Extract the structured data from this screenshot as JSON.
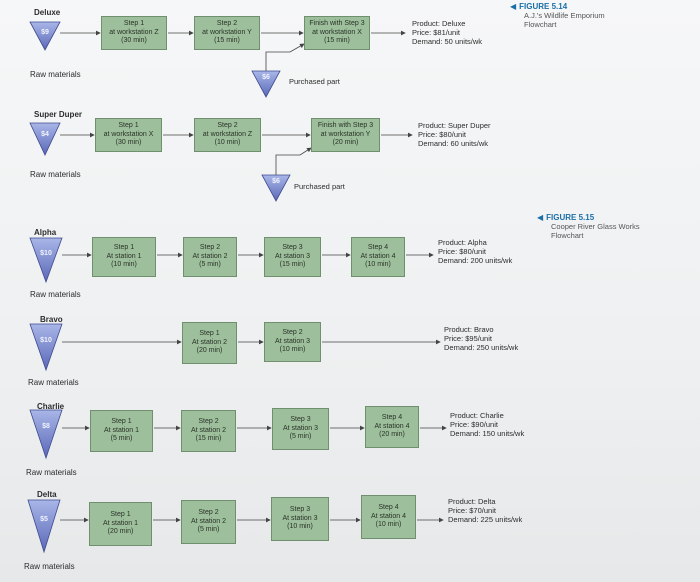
{
  "figures": [
    {
      "number": "FIGURE 5.14",
      "lines": [
        "A.J.'s Wildlife Emporium",
        "Flowchart"
      ]
    },
    {
      "number": "FIGURE 5.15",
      "lines": [
        "Cooper River Glass Works",
        "Flowchart"
      ]
    }
  ],
  "flows": [
    {
      "name": "Deluxe",
      "raw_cost": "$9",
      "raw_label": "Raw materials",
      "steps": [
        [
          "Step 1",
          "at workstation Z",
          "(30 min)"
        ],
        [
          "Step 2",
          "at workstation Y",
          "(15 min)"
        ],
        [
          "Finish with Step 3",
          "at workstation X",
          "(15 min)"
        ]
      ],
      "purchased": {
        "cost": "$6",
        "label": "Purchased part"
      },
      "product": [
        "Product: Deluxe",
        "Price: $81/unit",
        "Demand: 50 units/wk"
      ]
    },
    {
      "name": "Super Duper",
      "raw_cost": "$4",
      "raw_label": "Raw materials",
      "steps": [
        [
          "Step 1",
          "at workstation X",
          "(30 min)"
        ],
        [
          "Step 2",
          "at workstation Z",
          "(10 min)"
        ],
        [
          "Finish with Step 3",
          "at workstation Y",
          "(20 min)"
        ]
      ],
      "purchased": {
        "cost": "$6",
        "label": "Purchased part"
      },
      "product": [
        "Product: Super Duper",
        "Price: $80/unit",
        "Demand: 60 units/wk"
      ]
    },
    {
      "name": "Alpha",
      "raw_cost": "$10",
      "raw_label": "Raw materials",
      "steps": [
        [
          "Step 1",
          "At station 1",
          "(10 min)"
        ],
        [
          "Step 2",
          "At station 2",
          "(5 min)"
        ],
        [
          "Step 3",
          "At station 3",
          "(15 min)"
        ],
        [
          "Step 4",
          "At station 4",
          "(10 min)"
        ]
      ],
      "product": [
        "Product: Alpha",
        "Price: $80/unit",
        "Demand: 200 units/wk"
      ]
    },
    {
      "name": "Bravo",
      "raw_cost": "$10",
      "raw_label": "Raw materials",
      "steps": [
        [
          "Step 1",
          "At station 2",
          "(20 min)"
        ],
        [
          "Step 2",
          "At station 3",
          "(10 min)"
        ]
      ],
      "product": [
        "Product: Bravo",
        "Price: $95/unit",
        "Demand: 250 units/wk"
      ]
    },
    {
      "name": "Charlie",
      "raw_cost": "$8",
      "raw_label": "Raw materials",
      "steps": [
        [
          "Step 1",
          "At station 1",
          "(5 min)"
        ],
        [
          "Step 2",
          "At station 2",
          "(15 min)"
        ],
        [
          "Step 3",
          "At station 3",
          "(5 min)"
        ],
        [
          "Step 4",
          "At station 4",
          "(20 min)"
        ]
      ],
      "product": [
        "Product: Charlie",
        "Price: $90/unit",
        "Demand: 150 units/wk"
      ]
    },
    {
      "name": "Delta",
      "raw_cost": "$5",
      "raw_label": "Raw materials",
      "steps": [
        [
          "Step 1",
          "At station 1",
          "(20 min)"
        ],
        [
          "Step 2",
          "At station 2",
          "(5 min)"
        ],
        [
          "Step 3",
          "At station 3",
          "(10 min)"
        ],
        [
          "Step 4",
          "At station 4",
          "(10 min)"
        ]
      ],
      "product": [
        "Product: Delta",
        "Price: $70/unit",
        "Demand: 225 units/wk"
      ]
    }
  ]
}
